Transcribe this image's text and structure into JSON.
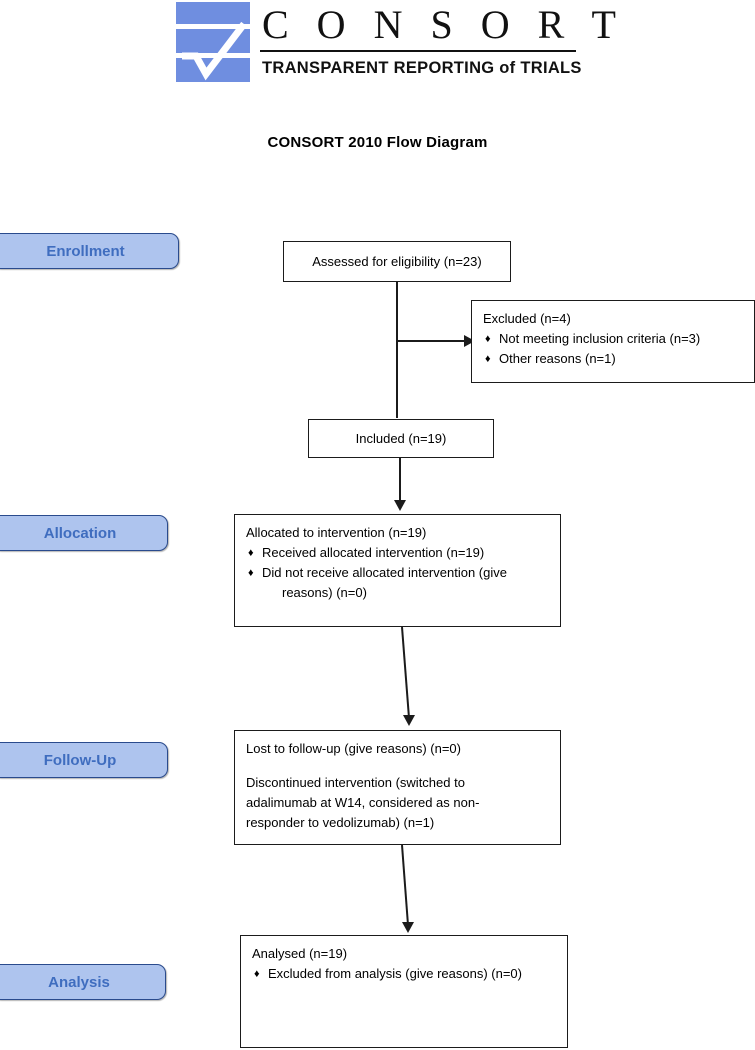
{
  "logo": {
    "word": "C O N S O R T",
    "tagline": "TRANSPARENT REPORTING of TRIALS",
    "mark_color": "#6f8ee0"
  },
  "title": "CONSORT 2010 Flow Diagram",
  "stages": [
    {
      "id": "enrollment",
      "label": "Enrollment"
    },
    {
      "id": "allocation",
      "label": "Allocation"
    },
    {
      "id": "followup",
      "label": "Follow-Up"
    },
    {
      "id": "analysis",
      "label": "Analysis"
    }
  ],
  "stage_colors": {
    "fill": "#aec4ee",
    "border": "#2a4b8d",
    "text": "#3f6dbf"
  },
  "boxes": {
    "assessed": {
      "text": "Assessed for eligibility (n=23)",
      "n": 23
    },
    "excluded": {
      "head": "Excluded (n=4)",
      "n": 4,
      "items": [
        "Not meeting inclusion criteria (n=3)",
        "Other reasons (n=1)"
      ]
    },
    "included": {
      "text": "Included (n=19)",
      "n": 19
    },
    "allocated": {
      "head": "Allocated to intervention (n=19)",
      "n": 19,
      "items": [
        "Received allocated intervention (n=19)",
        "Did not receive allocated intervention (give"
      ],
      "item2_cont": "reasons) (n=0)"
    },
    "followup": {
      "line1": "Lost to follow-up (give reasons) (n=0)",
      "para_l1": "Discontinued intervention (switched to",
      "para_l2": "adalimumab at W14, considered as non-",
      "para_l3": "responder to vedolizumab) (n=1)"
    },
    "analysed": {
      "head": "Analysed (n=19)",
      "n": 19,
      "items": [
        "Excluded from analysis (give reasons) (n=0)"
      ]
    }
  },
  "bullet_glyph": "♦",
  "line_color": "#1b1b1b"
}
